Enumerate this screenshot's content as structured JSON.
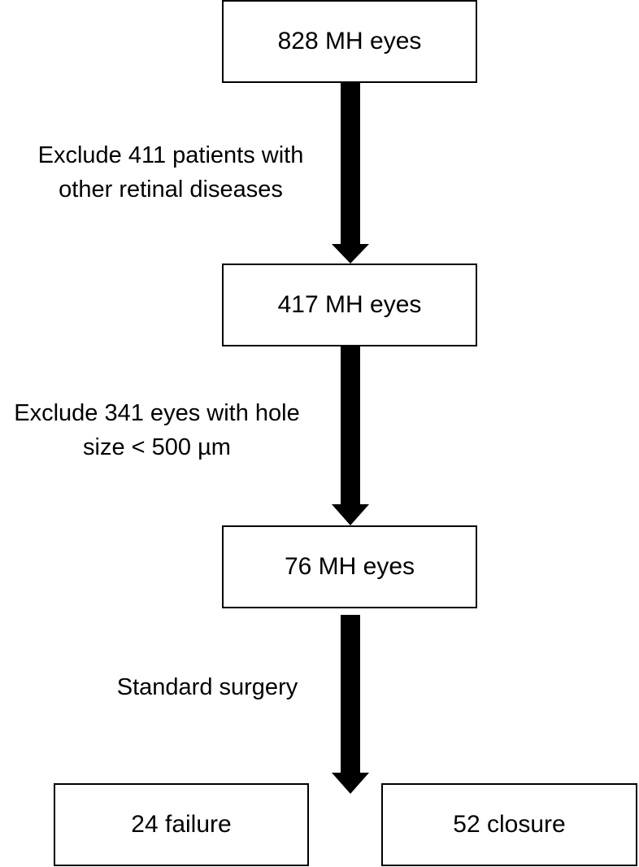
{
  "nodes": {
    "start": "828 MH eyes",
    "after_exclusion_1": "417 MH eyes",
    "after_exclusion_2": "76 MH eyes",
    "failure": "24 failure",
    "closure": "52 closure"
  },
  "steps": {
    "exclusion_1": [
      "Exclude 411 patients with",
      "other retinal diseases"
    ],
    "exclusion_2": [
      "Exclude 341 eyes with hole",
      "size < 500 µm"
    ],
    "surgery": [
      "Standard surgery"
    ]
  },
  "colors": {
    "line": "#000000",
    "background": "#ffffff"
  }
}
